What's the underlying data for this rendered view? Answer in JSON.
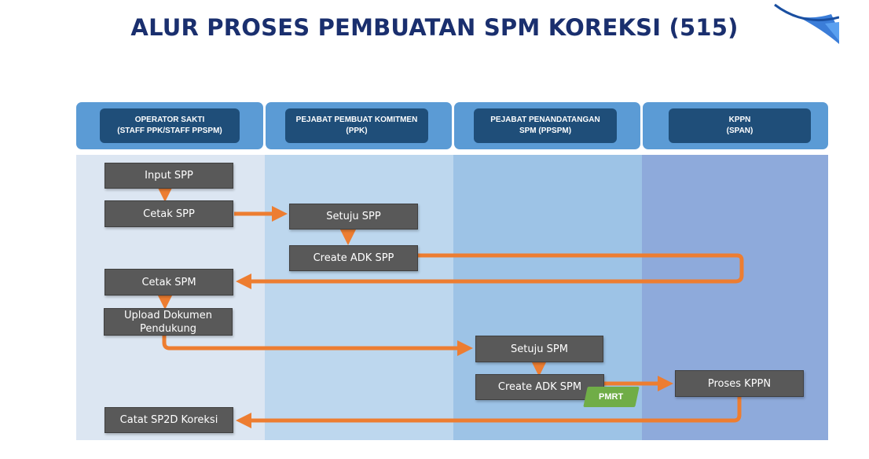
{
  "title": "ALUR PROSES PEMBUATAN SPM KOREKSI (515)",
  "colors": {
    "title": "#1a2f6e",
    "header_band": "#5b9bd5",
    "header_chip": "#1f4e79",
    "box": "#595959",
    "arrow": "#ed7d31",
    "pmrt": "#70ad47"
  },
  "lanes": [
    {
      "line1": "OPERATOR SAKTI",
      "line2": "(STAFF PPK/STAFF PPSPM)"
    },
    {
      "line1": "PEJABAT PEMBUAT KOMITMEN",
      "line2": "(PPK)"
    },
    {
      "line1": "PEJABAT PENANDATANGAN",
      "line2": "SPM (PPSPM)"
    },
    {
      "line1": "KPPN",
      "line2": "(SPAN)"
    }
  ],
  "steps": {
    "input_spp": "Input SPP",
    "cetak_spp": "Cetak SPP",
    "setuju_spp": "Setuju SPP",
    "create_adk_spp": "Create ADK SPP",
    "cetak_spm": "Cetak SPM",
    "upload_line1": "Upload Dokumen",
    "upload_line2": "Pendukung",
    "setuju_spm": "Setuju SPM",
    "create_adk_spm": "Create ADK SPM",
    "proses_kppn": "Proses KPPN",
    "catat_sp2d": "Catat SP2D Koreksi"
  },
  "badge": "PMRT"
}
